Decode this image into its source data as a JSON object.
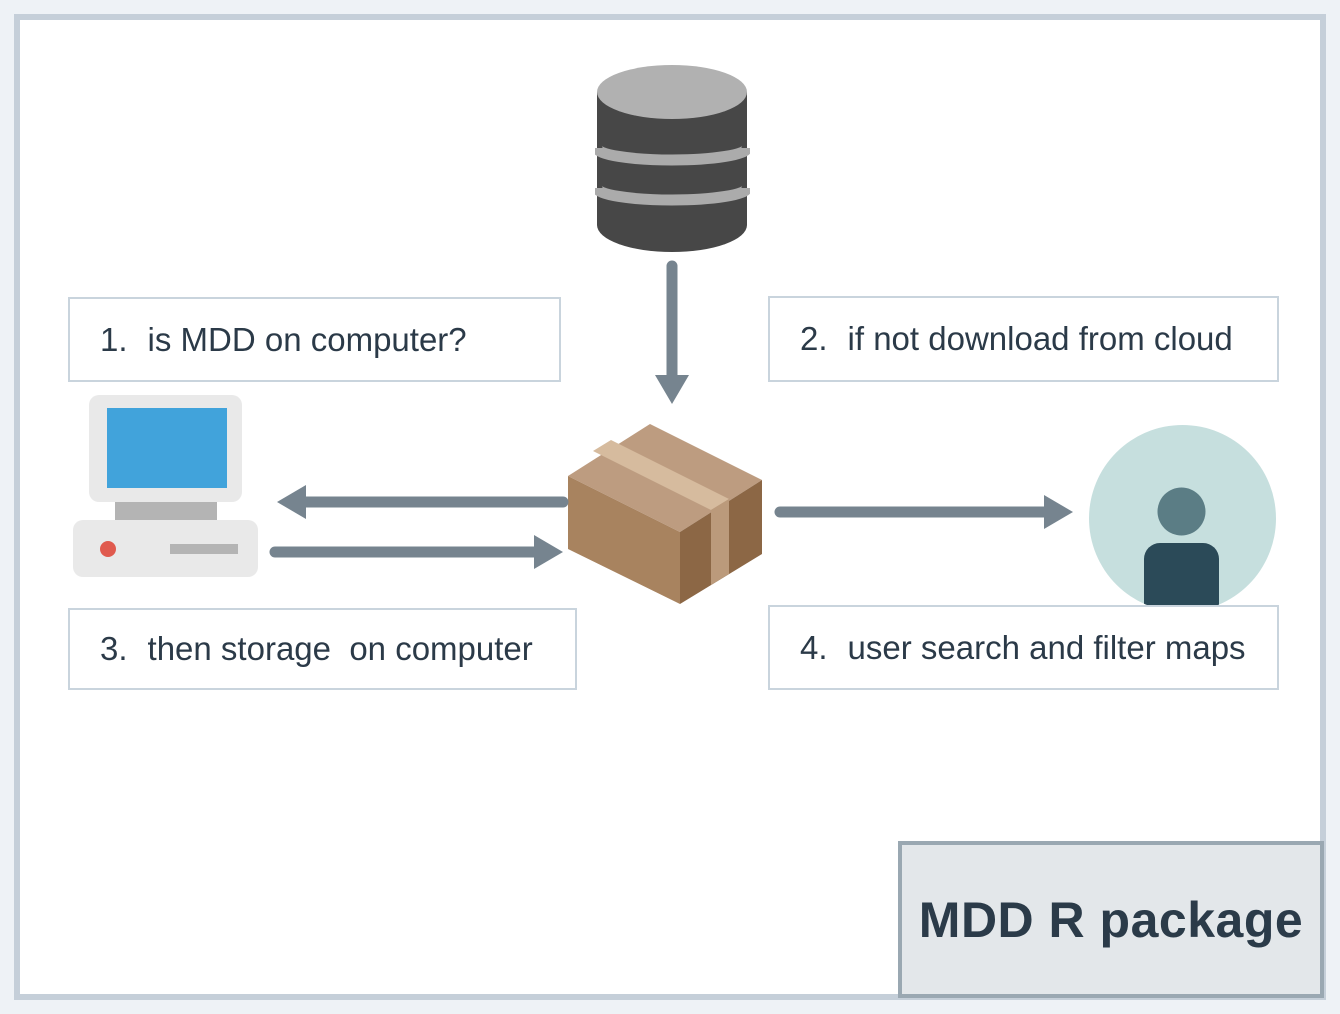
{
  "title_box": {
    "label": "MDD R package"
  },
  "steps": [
    {
      "number": "1.",
      "label": "is MDD on computer?"
    },
    {
      "number": "2.",
      "label": "if not download from cloud"
    },
    {
      "number": "3.",
      "label": "then storage  on computer"
    },
    {
      "number": "4.",
      "label": "user search and filter maps"
    }
  ],
  "icons": {
    "database": "database-icon",
    "computer": "computer-icon",
    "package": "package-icon",
    "user": "user-icon"
  },
  "colors": {
    "background": "#eef2f6",
    "panel_border": "#c5cfd9",
    "arrow": "#76848f",
    "step_text": "#2b3a48",
    "step_border": "#c9d4dd",
    "title_bg": "#e3e7ea",
    "title_border": "#9aa8b2",
    "title_text": "#2b3b49",
    "avatar_bg": "#c6dfde",
    "avatar_head": "#5b7d85",
    "avatar_body": "#2b4a58",
    "database_body": "#474747",
    "database_top": "#b1b1b1",
    "screen_blue": "#41a3db",
    "computer_body": "#e9e9e9",
    "power_dot": "#e05a4e",
    "package_top": "#bd9c80",
    "package_left": "#a8835f",
    "package_right": "#8c6745",
    "tape_top": "#d6bb9e",
    "tape_side": "#bb9a7b"
  }
}
